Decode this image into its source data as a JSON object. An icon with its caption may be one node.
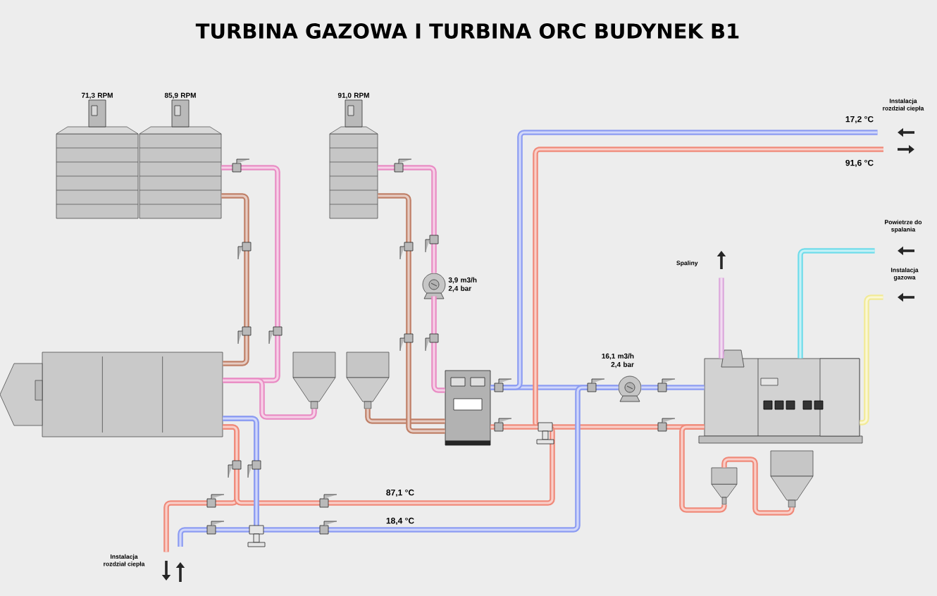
{
  "diagram": {
    "title": "TURBINA GAZOWA I TURBINA ORC BUDYNEK B1",
    "nodes": [
      {
        "text": [],
        "shape": "picture",
        "beside": [
          "71,3 RPM"
        ]
      },
      {
        "text": [],
        "shape": "picture",
        "beside": [
          "85,9 RPM"
        ]
      },
      {
        "text": [],
        "shape": "picture",
        "beside": [
          "91,0 RPM"
        ]
      },
      {
        "text": [],
        "shape": "picture"
      },
      {
        "text": [],
        "shape": "picture"
      },
      {
        "text": [],
        "shape": "picture"
      },
      {
        "text": [],
        "shape": "picture"
      },
      {
        "text": [],
        "shape": "picture",
        "beside": [
          "3,9 m3/h 2,4 bar"
        ]
      },
      {
        "text": [],
        "shape": "picture",
        "beside": [
          "16,1 m3/h 2,4 bar"
        ]
      },
      {
        "text": [],
        "shape": "picture"
      },
      {
        "text": [],
        "shape": "picture"
      },
      {
        "text": [],
        "shape": "picture"
      },
      {
        "text": [
          "Instalacja rozdział ciepła"
        ]
      },
      {
        "text": [
          "Powietrze do spalania"
        ]
      },
      {
        "text": [
          "Spaliny"
        ]
      },
      {
        "text": [
          "Instalacja gazowa"
        ]
      },
      {
        "text": [
          "Instalacja rozdział ciepła"
        ]
      }
    ],
    "edges": [
      {
        "from": 1,
        "to": 3,
        "arrow": "none",
        "color": "#e98cc4"
      },
      {
        "from": 1,
        "to": 3,
        "arrow": "none",
        "color": "#c08068"
      },
      {
        "from": 3,
        "to": 4,
        "arrow": "none",
        "color": "#e98cc4"
      },
      {
        "from": 5,
        "to": 6,
        "arrow": "none",
        "color": "#c08068"
      },
      {
        "from": 2,
        "to": 7,
        "arrow": "none",
        "color": "#e98cc4"
      },
      {
        "from": 7,
        "to": 6,
        "arrow": "none",
        "color": "#e98cc4"
      },
      {
        "from": 2,
        "to": 6,
        "arrow": "none",
        "color": "#c08068"
      },
      {
        "from": 6,
        "to": 8,
        "arrow": "none",
        "color": "#8c9cf2"
      },
      {
        "from": 8,
        "to": 9,
        "arrow": "none",
        "color": "#8c9cf2"
      },
      {
        "from": 12,
        "to": 6,
        "arrow": "none",
        "color": "#8c9cf2"
      },
      {
        "from": 9,
        "to": null,
        "arrow": "none",
        "color": "#f08a7a"
      },
      {
        "from": 13,
        "to": 9,
        "arrow": "none",
        "color": "#70dcea"
      },
      {
        "from": 15,
        "to": 9,
        "arrow": "none",
        "color": "#f2ea96"
      },
      {
        "from": 9,
        "to": 14,
        "arrow": "none",
        "color": "#dca8dc"
      },
      {
        "from": 9,
        "to": 10,
        "arrow": "none",
        "color": "#f08a7a"
      },
      {
        "from": 10,
        "to": 11,
        "arrow": "none",
        "color": "#f08a7a"
      },
      {
        "from": 3,
        "to": 16,
        "arrow": "none",
        "color": "#f08a7a"
      },
      {
        "from": null,
        "to": 3,
        "arrow": "none",
        "color": "#8c9cf2"
      },
      {
        "from": 3,
        "to": 6,
        "arrow": "none",
        "color": "#f08a7a"
      },
      {
        "from": 3,
        "to": 8,
        "arrow": "none",
        "color": "#8c9cf2"
      }
    ],
    "labels": [
      "17,2 °C",
      "91,6 °C",
      "87,1 °C",
      "18,4 °C"
    ]
  }
}
